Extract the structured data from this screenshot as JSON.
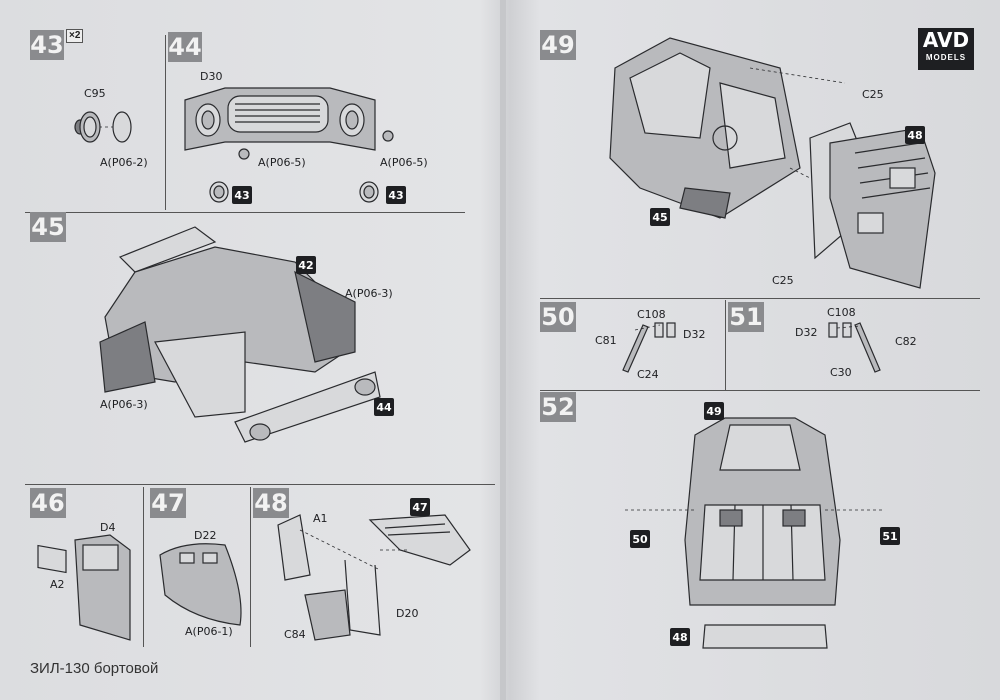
{
  "brand": {
    "logo": "AVD",
    "sub": "MODELS"
  },
  "footer": "ЗИЛ-130 бортовой",
  "steps": {
    "s43": "43",
    "s44": "44",
    "s45": "45",
    "s46": "46",
    "s47": "47",
    "s48": "48",
    "s49": "49",
    "s50": "50",
    "s51": "51",
    "s52": "52"
  },
  "multiplier": "×2",
  "refs": {
    "r43a": "43",
    "r43b": "43",
    "r42": "42",
    "r44": "44",
    "r47": "47",
    "r45": "45",
    "r48": "48",
    "r50": "50",
    "r51": "51",
    "r49": "49",
    "r48b": "48"
  },
  "labels": {
    "c95": "C95",
    "a_p06_2": "A(P06-2)",
    "d30": "D30",
    "a_p06_5_l": "A(P06-5)",
    "a_p06_5_r": "A(P06-5)",
    "a_p06_3_a": "A(P06-3)",
    "a_p06_3_b": "A(P06-3)",
    "d4": "D4",
    "a2": "A2",
    "d22": "D22",
    "a_p06_1": "A(P06-1)",
    "a1": "A1",
    "d20": "D20",
    "c84": "C84",
    "c25_top": "C25",
    "c25_bot": "C25",
    "c108_50": "C108",
    "c81": "C81",
    "d32_50": "D32",
    "c24": "C24",
    "c108_51": "C108",
    "d32_51": "D32",
    "c82": "C82",
    "c30": "C30"
  },
  "icons": [
    "step-number-icon",
    "part-ref-icon",
    "avd-logo"
  ]
}
